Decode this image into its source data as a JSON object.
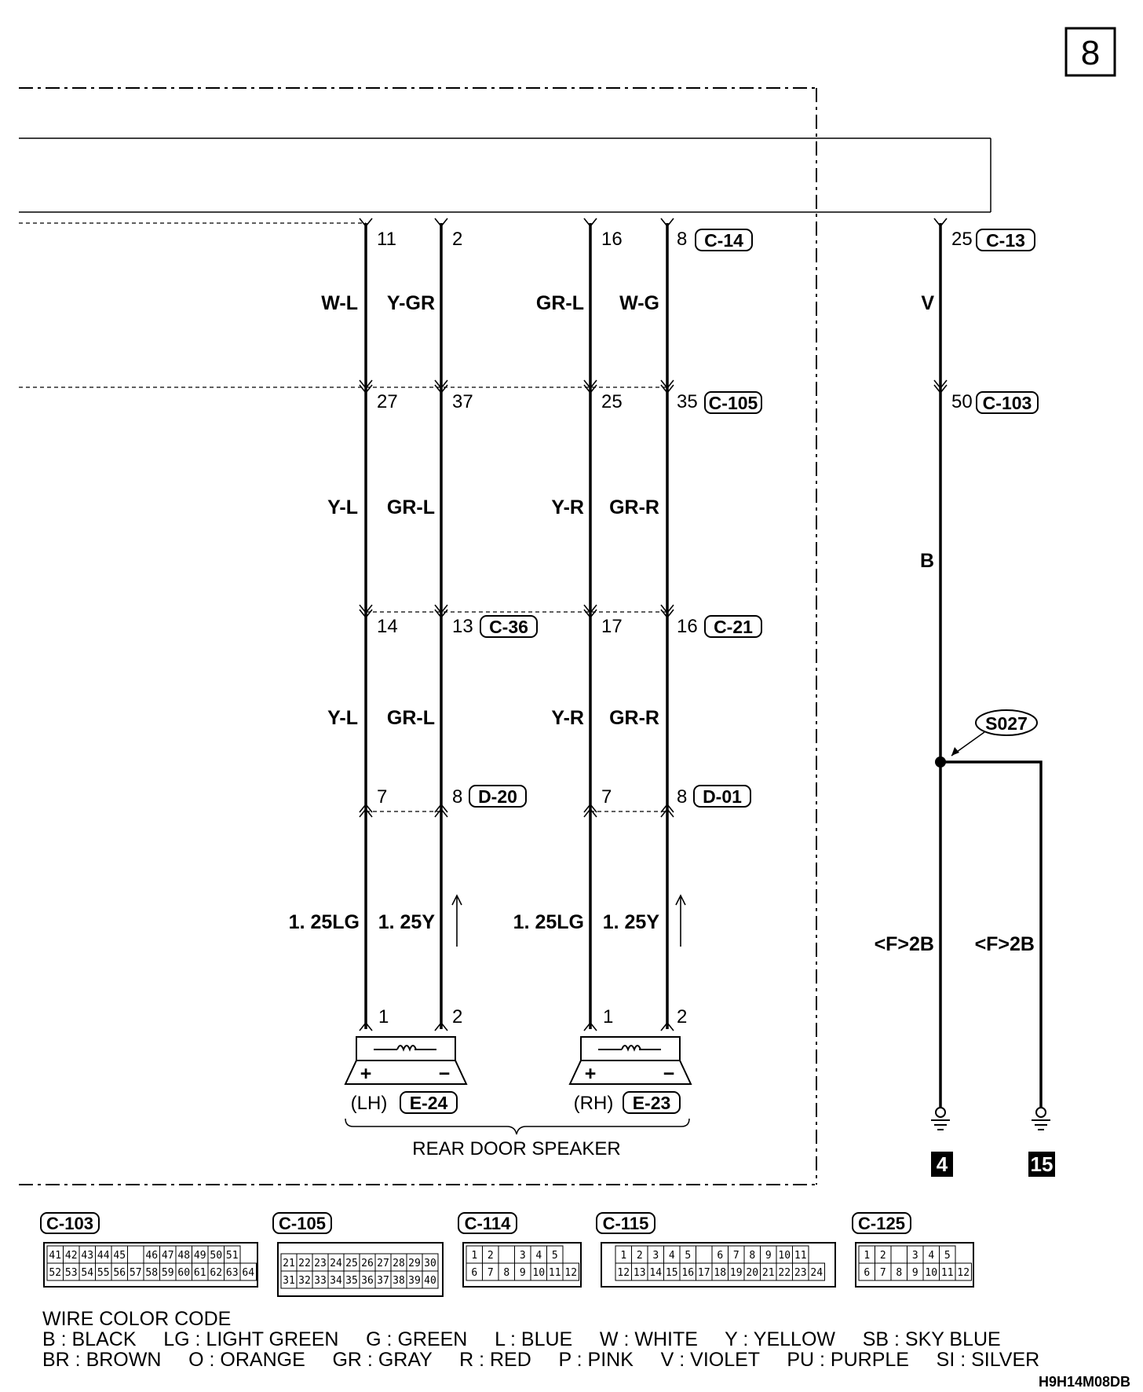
{
  "page_number": "8",
  "wires": {
    "w1": {
      "pin_top": "11",
      "color_top": "W-L",
      "pin_mid": "27",
      "color_mid": "Y-L",
      "pin_c36": "14",
      "color_low": "Y-L",
      "pin_d": "7",
      "size": "1. 25LG",
      "pin_spk": "1"
    },
    "w2": {
      "pin_top": "2",
      "color_top": "Y-GR",
      "pin_mid": "37",
      "color_mid": "GR-L",
      "pin_c36": "13",
      "color_low": "GR-L",
      "pin_d": "8",
      "size": "1. 25Y",
      "pin_spk": "2"
    },
    "w3": {
      "pin_top": "16",
      "color_top": "GR-L",
      "pin_mid": "25",
      "color_mid": "Y-R",
      "pin_c36": "17",
      "color_low": "Y-R",
      "pin_d": "7",
      "size": "1. 25LG",
      "pin_spk": "1"
    },
    "w4": {
      "pin_top": "8",
      "color_top": "W-G",
      "pin_mid": "35",
      "color_mid": "GR-R",
      "pin_c36": "16",
      "color_low": "GR-R",
      "pin_d": "8",
      "size": "1. 25Y",
      "pin_spk": "2"
    },
    "w5": {
      "pin_top": "25",
      "color_top": "V",
      "pin_mid": "50",
      "color_mid": "B",
      "label_left": "<F>2B",
      "label_right": "<F>2B"
    }
  },
  "connectors": {
    "c14": "C-14",
    "c105": "C-105",
    "c36": "C-36",
    "c21": "C-21",
    "d20": "D-20",
    "d01": "D-01",
    "e24": "E-24",
    "e23": "E-23",
    "c13": "C-13",
    "c103": "C-103"
  },
  "splice": "S027",
  "speakers": {
    "lh_side": "(LH)",
    "rh_side": "(RH)",
    "title": "REAR DOOR SPEAKER",
    "plus": "+",
    "minus": "−"
  },
  "grounds": {
    "g1": "4",
    "g2": "15"
  },
  "connector_faces": {
    "c103": {
      "label": "C-103",
      "row1": [
        "41",
        "42",
        "43",
        "44",
        "45",
        "",
        "46",
        "47",
        "48",
        "49",
        "50",
        "51"
      ],
      "row2": [
        "52",
        "53",
        "54",
        "55",
        "56",
        "57",
        "58",
        "59",
        "60",
        "61",
        "62",
        "63",
        "64"
      ]
    },
    "c105": {
      "label": "C-105",
      "row1": [
        "21",
        "22",
        "23",
        "24",
        "25",
        "26",
        "27",
        "28",
        "29",
        "30"
      ],
      "row2": [
        "31",
        "32",
        "33",
        "34",
        "35",
        "36",
        "37",
        "38",
        "39",
        "40"
      ]
    },
    "c114": {
      "label": "C-114",
      "row1": [
        "1",
        "2",
        "",
        "3",
        "4",
        "5"
      ],
      "row2": [
        "6",
        "7",
        "8",
        "9",
        "10",
        "11",
        "12"
      ]
    },
    "c115": {
      "label": "C-115",
      "row1": [
        "1",
        "2",
        "3",
        "4",
        "5",
        "",
        "6",
        "7",
        "8",
        "9",
        "10",
        "11"
      ],
      "row2": [
        "12",
        "13",
        "14",
        "15",
        "16",
        "17",
        "18",
        "19",
        "20",
        "21",
        "22",
        "23",
        "24"
      ]
    },
    "c125": {
      "label": "C-125",
      "row1": [
        "1",
        "2",
        "",
        "3",
        "4",
        "5"
      ],
      "row2": [
        "6",
        "7",
        "8",
        "9",
        "10",
        "11",
        "12"
      ]
    }
  },
  "wire_color_code": {
    "title": "WIRE COLOR CODE",
    "line1": "B : BLACK     LG : LIGHT GREEN     G : GREEN     L : BLUE     W : WHITE     Y : YELLOW     SB : SKY BLUE",
    "line2": "BR : BROWN     O : ORANGE     GR : GRAY     R : RED     P : PINK     V : VIOLET     PU : PURPLE     SI : SILVER"
  },
  "diagram_code": "H9H14M08DB"
}
